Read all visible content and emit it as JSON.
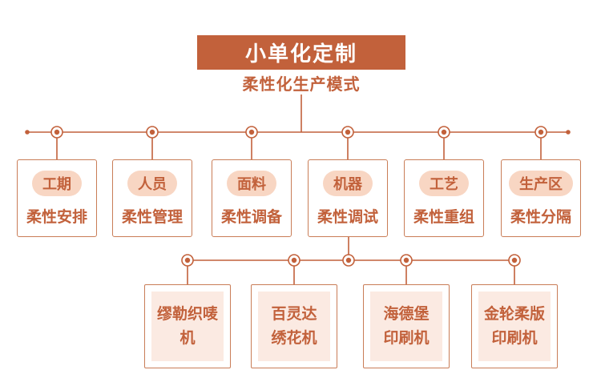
{
  "header": {
    "title": "小单化定制",
    "subtitle": "柔性化生产模式"
  },
  "level1": {
    "items": [
      {
        "tag": "工期",
        "label": "柔性安排"
      },
      {
        "tag": "人员",
        "label": "柔性管理"
      },
      {
        "tag": "面料",
        "label": "柔性调备"
      },
      {
        "tag": "机器",
        "label": "柔性调试"
      },
      {
        "tag": "工艺",
        "label": "柔性重组"
      },
      {
        "tag": "生产区",
        "label": "柔性分隔"
      }
    ]
  },
  "level2": {
    "parent_tag": "机器",
    "items": [
      {
        "label": "缪勒织唛机"
      },
      {
        "label": "百灵达\n绣花机"
      },
      {
        "label": "海德堡\n印刷机"
      },
      {
        "label": "金轮柔版\n印刷机"
      }
    ]
  },
  "colors": {
    "primary": "#C2613B",
    "border": "#C97D57",
    "pill_bg": "#F8D6C3",
    "panel_bg": "#FBEAE2",
    "title_text": "#FFFFFF",
    "page_bg": "#FFFFFF"
  }
}
